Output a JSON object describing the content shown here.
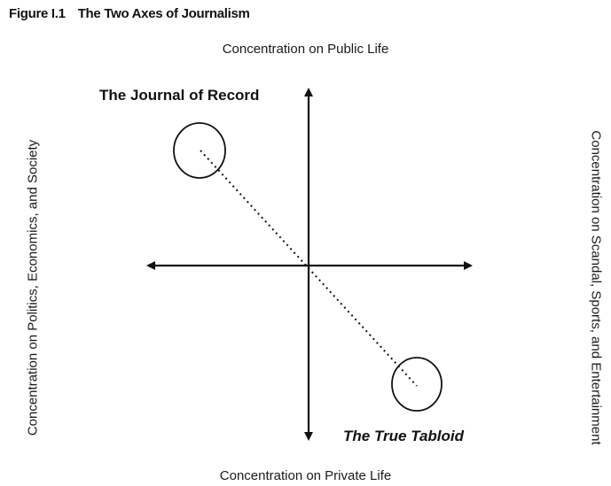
{
  "figure": {
    "number": "Figure I.1",
    "title": "The Two Axes of Journalism"
  },
  "axes": {
    "top": "Concentration on Public Life",
    "bottom": "Concentration on Private Life",
    "left": "Concentration on Politics, Economics, and Society",
    "right": "Concentration on Scandal, Sports, and Entertainment"
  },
  "poles": {
    "upper_left": "The Journal of Record",
    "lower_right": "The True Tabloid"
  },
  "colors": {
    "ink": "#111111"
  }
}
